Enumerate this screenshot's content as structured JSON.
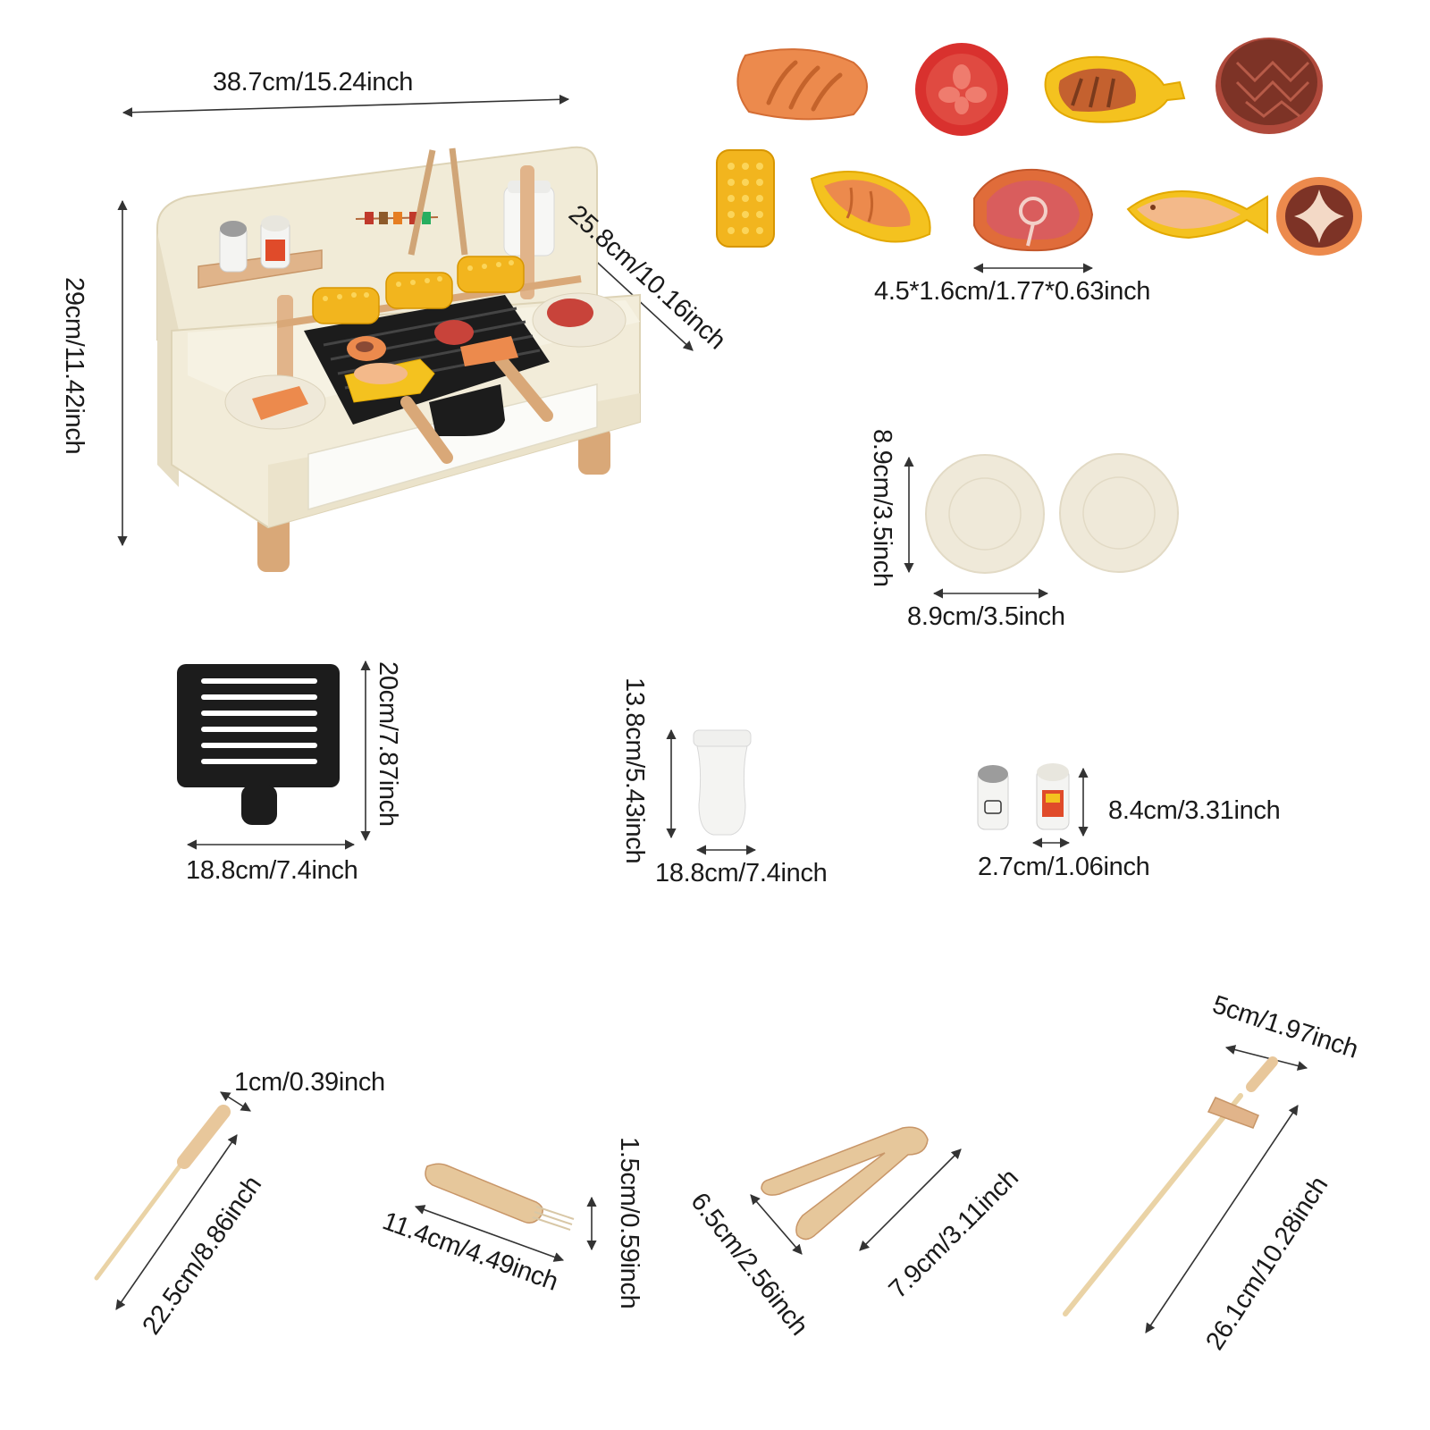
{
  "dimensions": {
    "grill_width": "38.7cm/15.24inch",
    "grill_height": "29cm/11.42inch",
    "grill_depth": "25.8cm/10.16inch",
    "food_size": "4.5*1.6cm/1.77*0.63inch",
    "plate_height": "8.9cm/3.5inch",
    "plate_width": "8.9cm/3.5inch",
    "grate_height": "20cm/7.87inch",
    "grate_width": "18.8cm/7.4inch",
    "bottle_height": "13.8cm/5.43inch",
    "bottle_width": "18.8cm/7.4inch",
    "shaker_height": "8.4cm/3.31inch",
    "shaker_width": "2.7cm/1.06inch",
    "skewer_width": "1cm/0.39inch",
    "skewer_length": "22.5cm/8.86inch",
    "brush_length": "11.4cm/4.49inch",
    "brush_width": "1.5cm/0.59inch",
    "tongs_width": "6.5cm/2.56inch",
    "tongs_length": "7.9cm/3.11inch",
    "spit_width": "5cm/1.97inch",
    "spit_length": "26.1cm/10.28inch"
  },
  "colors": {
    "wood_cream": "#efe9d6",
    "wood_natural": "#e6c79b",
    "grate_black": "#1c1c1c",
    "corn_yellow": "#f2b51e",
    "meat_red": "#c8433a",
    "salmon_orange": "#ec8a4d",
    "plate_cream": "#efe9d9"
  }
}
